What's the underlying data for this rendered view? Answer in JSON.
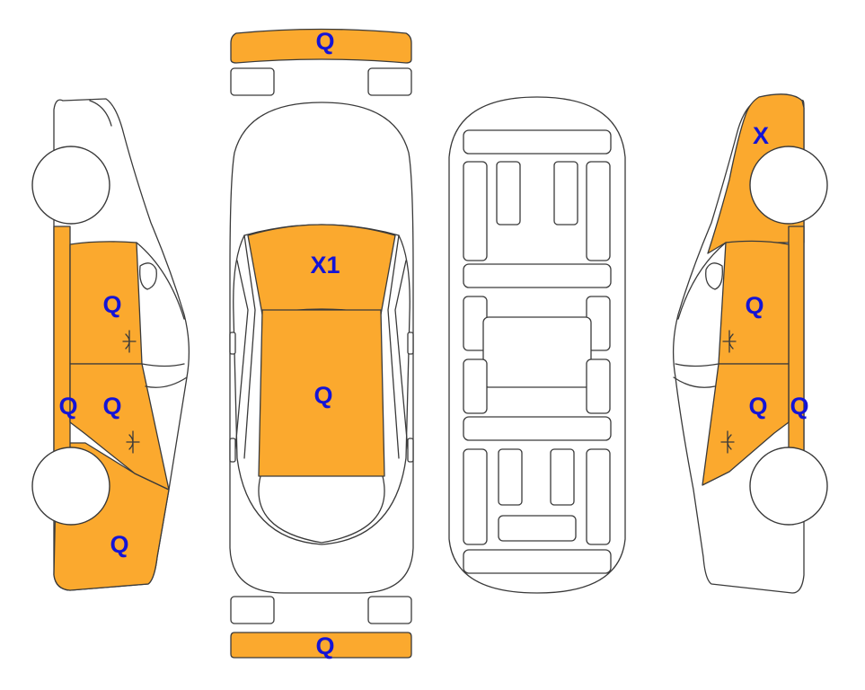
{
  "colors": {
    "damaged_panel": "#FBA92E",
    "marker_text": "#1414D6",
    "outline": "#3a3a3a"
  },
  "markers": {
    "front_bumper": "Q",
    "rear_bumper": "Q",
    "windshield": "X1",
    "roof": "Q",
    "left_front_door": "Q",
    "left_rear_door": "Q",
    "left_rocker": "Q",
    "left_rear_quarter": "Q",
    "right_front_fender": "X",
    "right_front_door": "Q",
    "right_rear_door": "Q",
    "right_rocker": "Q"
  }
}
